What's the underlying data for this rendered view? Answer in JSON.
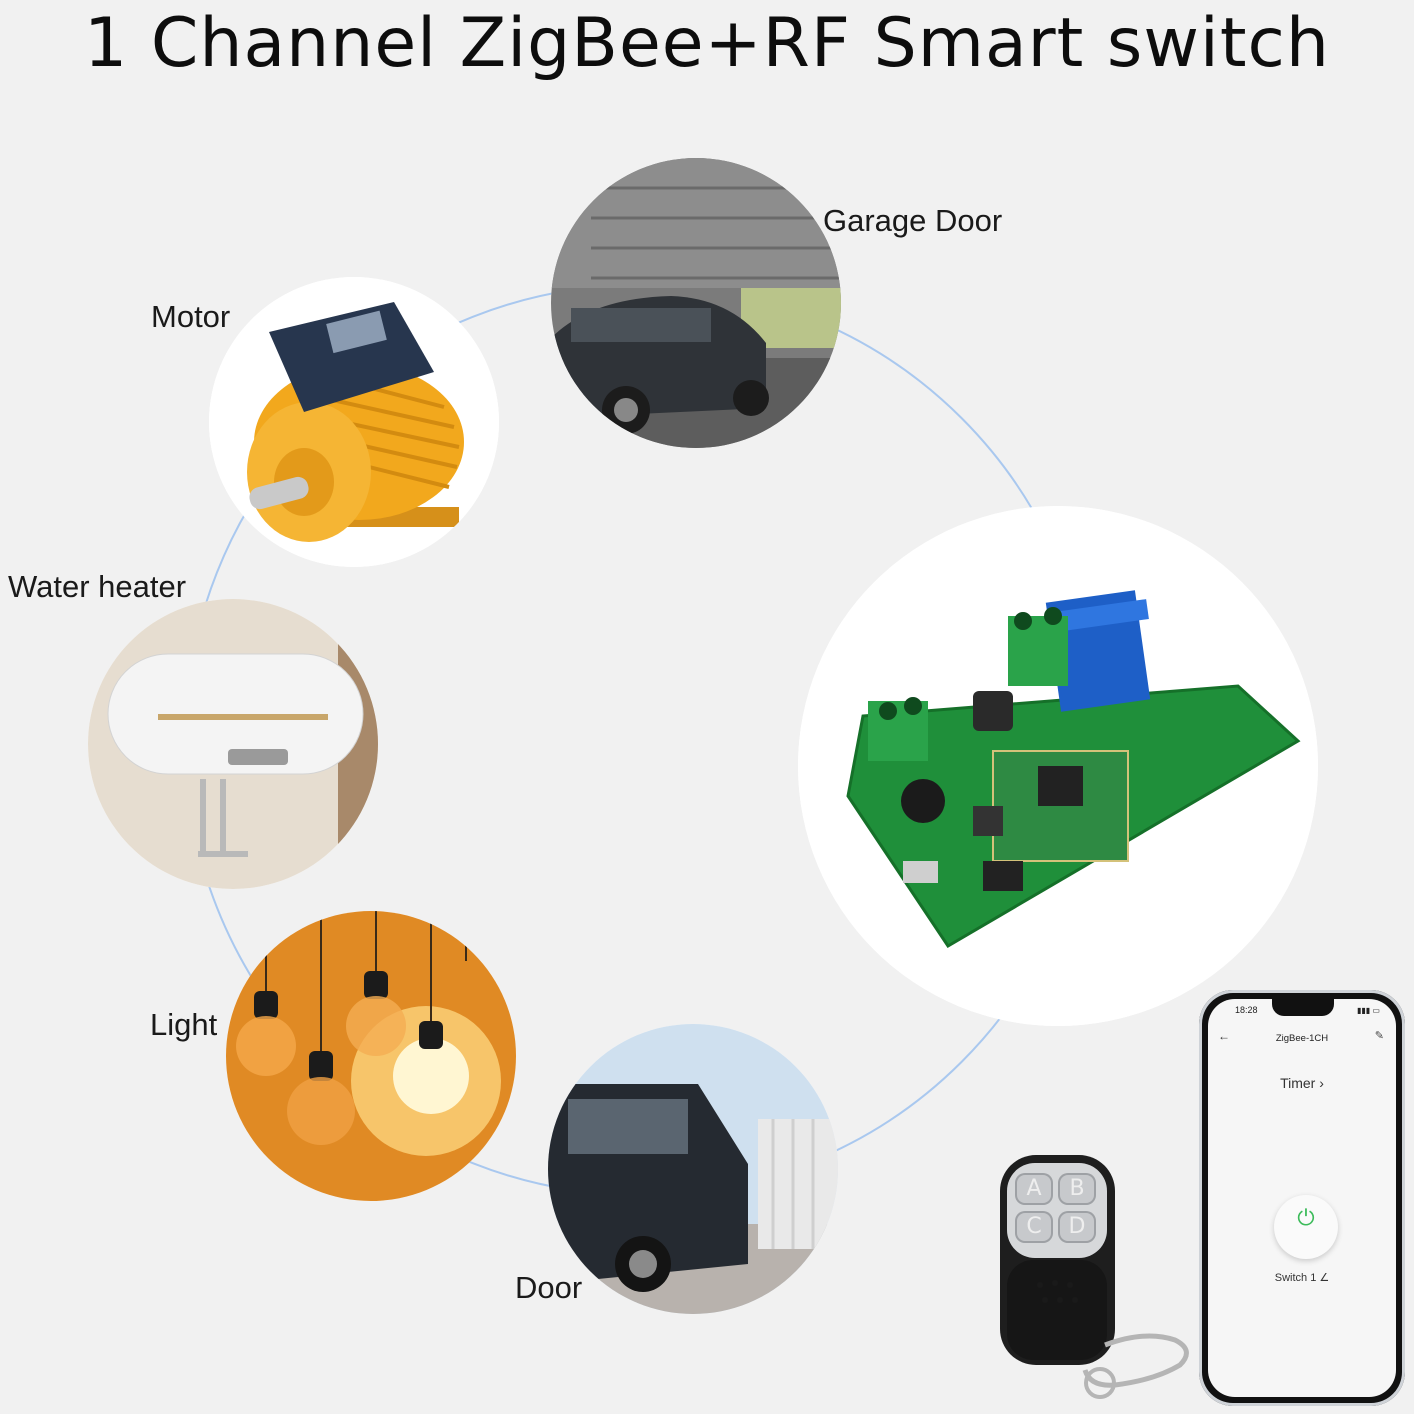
{
  "title": "1 Channel ZigBee+RF Smart switch",
  "labels": {
    "garage": "Garage Door",
    "motor": "Motor",
    "water": "Water heater",
    "light": "Light",
    "door": "Door"
  },
  "phone": {
    "time": "18:28",
    "device_name": "ZigBee-1CH",
    "timer": "Timer",
    "switch_label": "Switch 1"
  },
  "remote": {
    "buttons": [
      "A",
      "B",
      "C",
      "D"
    ]
  },
  "colors": {
    "ring": "#a9c8ef",
    "pcb": "#1f8f3a",
    "relay": "#1e5fc7",
    "motor": "#f2a81d"
  }
}
